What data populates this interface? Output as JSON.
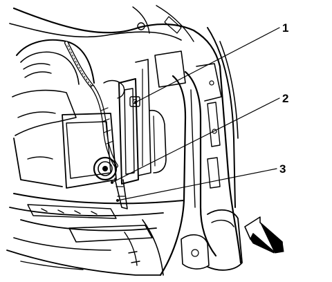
{
  "callouts": [
    {
      "id": "1",
      "label": "1"
    },
    {
      "id": "2",
      "label": "2"
    },
    {
      "id": "3",
      "label": "3"
    }
  ],
  "colors": {
    "ink": "#000000",
    "paper": "#ffffff"
  },
  "icons": {
    "view_arrow": "direction-arrow-icon"
  }
}
